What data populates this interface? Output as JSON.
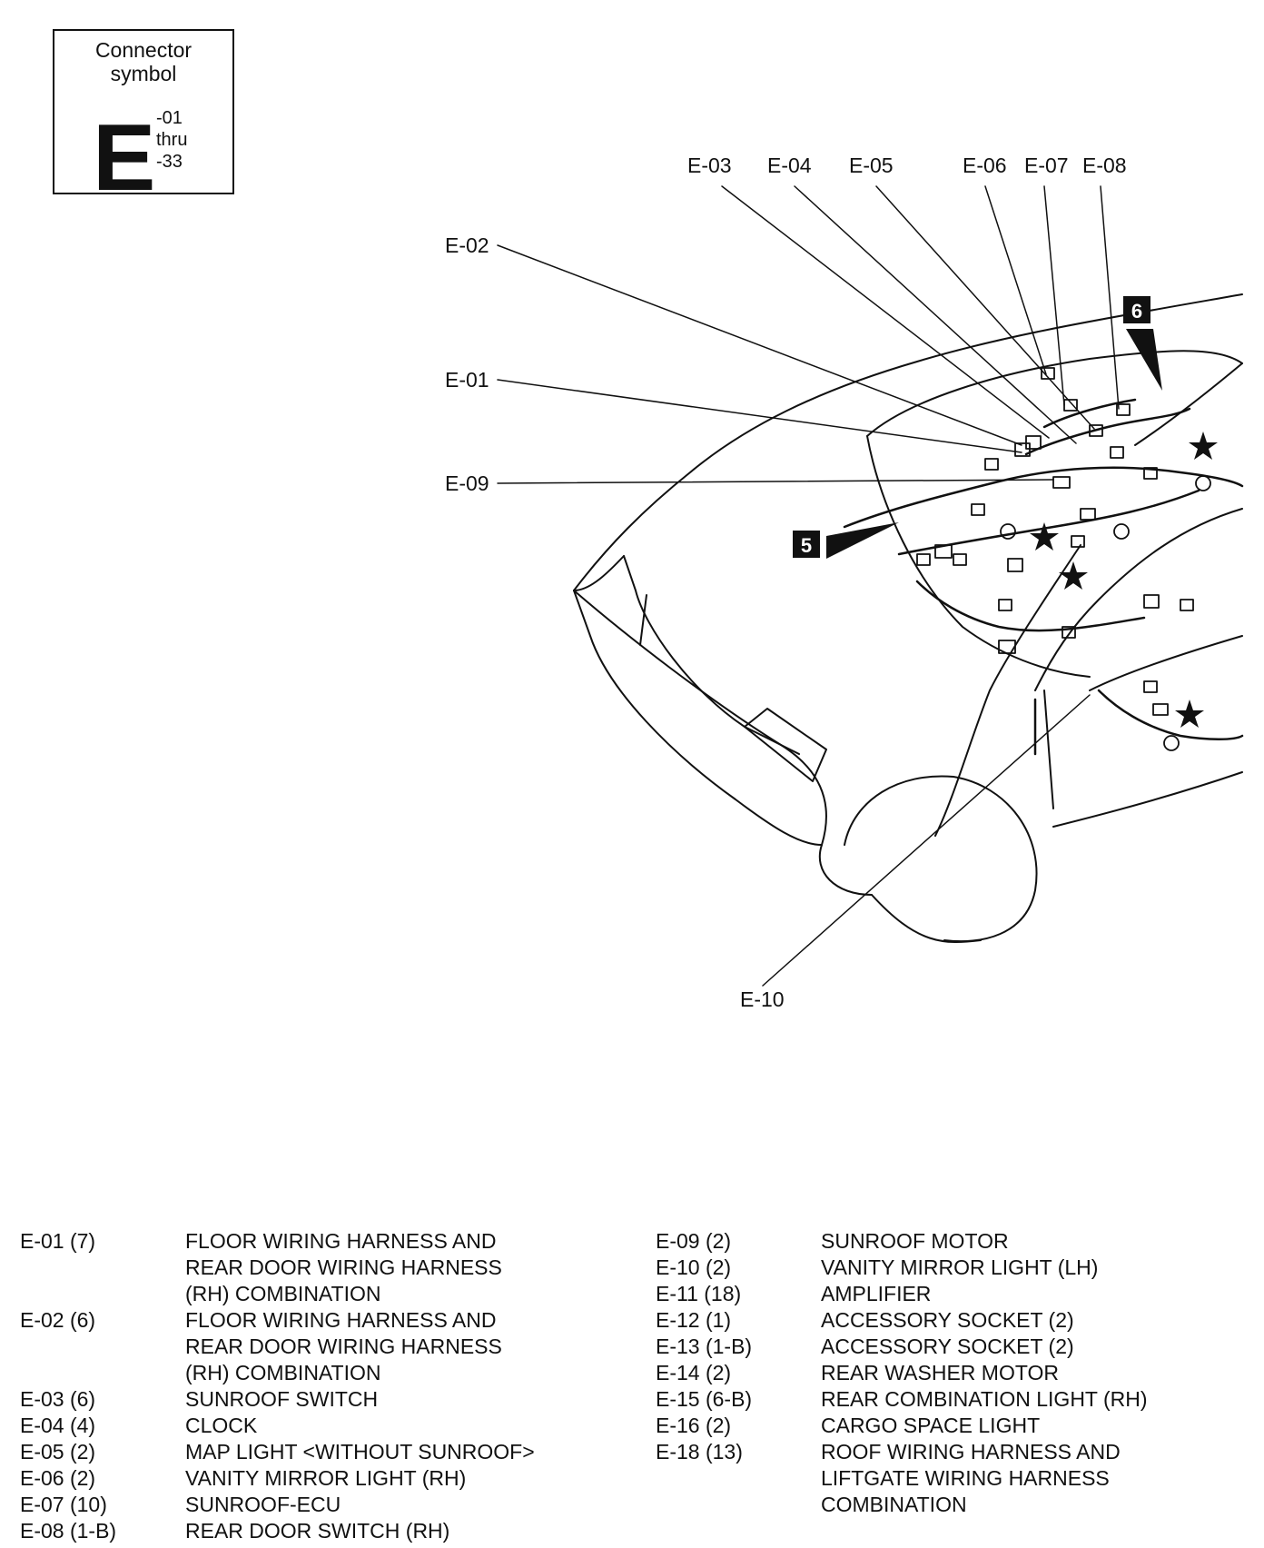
{
  "symbol": {
    "title": "Connector\nsymbol",
    "letter": "E",
    "range": [
      "-01",
      "thru",
      "-33"
    ]
  },
  "diagram": {
    "labels": [
      "E-01",
      "E-02",
      "E-03",
      "E-04",
      "E-05",
      "E-06",
      "E-07",
      "E-08",
      "E-09",
      "E-10"
    ],
    "markers": [
      "5",
      "6"
    ]
  },
  "legend": {
    "left": [
      {
        "code": "E-01 (7)",
        "desc": "FLOOR WIRING HARNESS AND\nREAR DOOR WIRING HARNESS\n(RH) COMBINATION"
      },
      {
        "code": "E-02 (6)",
        "desc": "FLOOR WIRING HARNESS AND\nREAR DOOR WIRING HARNESS\n(RH) COMBINATION"
      },
      {
        "code": "E-03 (6)",
        "desc": "SUNROOF SWITCH"
      },
      {
        "code": "E-04 (4)",
        "desc": "CLOCK"
      },
      {
        "code": "E-05 (2)",
        "desc": "MAP LIGHT <WITHOUT SUNROOF>"
      },
      {
        "code": "E-06 (2)",
        "desc": "VANITY MIRROR LIGHT (RH)"
      },
      {
        "code": "E-07 (10)",
        "desc": "SUNROOF-ECU"
      },
      {
        "code": "E-08 (1-B)",
        "desc": "REAR DOOR SWITCH (RH)"
      }
    ],
    "right": [
      {
        "code": "E-09 (2)",
        "desc": "SUNROOF MOTOR"
      },
      {
        "code": "E-10 (2)",
        "desc": "VANITY MIRROR LIGHT (LH)"
      },
      {
        "code": "E-11 (18)",
        "desc": "AMPLIFIER"
      },
      {
        "code": "E-12 (1)",
        "desc": "ACCESSORY SOCKET (2)"
      },
      {
        "code": "E-13 (1-B)",
        "desc": "ACCESSORY SOCKET (2)"
      },
      {
        "code": "E-14 (2)",
        "desc": "REAR WASHER MOTOR"
      },
      {
        "code": "E-15 (6-B)",
        "desc": "REAR COMBINATION LIGHT (RH)"
      },
      {
        "code": "E-16 (2)",
        "desc": "CARGO SPACE LIGHT"
      },
      {
        "code": "E-18 (13)",
        "desc": "ROOF WIRING HARNESS AND\nLIFTGATE WIRING HARNESS\nCOMBINATION"
      }
    ]
  }
}
